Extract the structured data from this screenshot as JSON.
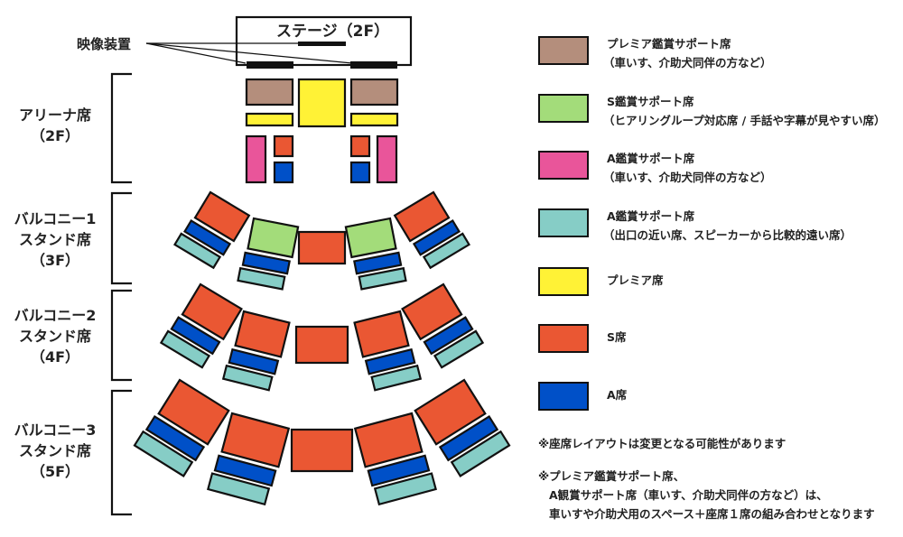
{
  "stage": {
    "label": "ステージ（2F）"
  },
  "screen": {
    "label": "映像装置"
  },
  "floors": [
    {
      "id": "arena",
      "lines": [
        "アリーナ席",
        "（2F）"
      ]
    },
    {
      "id": "balcony1",
      "lines": [
        "バルコニー1",
        "スタンド席",
        "（3F）"
      ]
    },
    {
      "id": "balcony2",
      "lines": [
        "バルコニー2",
        "スタンド席",
        "（4F）"
      ]
    },
    {
      "id": "balcony3",
      "lines": [
        "バルコニー3",
        "スタンド席",
        "（5F）"
      ]
    }
  ],
  "colors": {
    "premium_support": "#B48E7C",
    "s_support": "#A3DC7A",
    "a_support_wheelchair": "#E9559A",
    "a_support_exit": "#86CDC6",
    "premium": "#FFF236",
    "s": "#EA5733",
    "a": "#0050C8",
    "outline": "#111111"
  },
  "legend": [
    {
      "key": "premium_support",
      "color": "#B48E7C",
      "title": "プレミア鑑賞サポート席",
      "sub": "（車いす、介助犬同伴の方など）"
    },
    {
      "key": "s_support",
      "color": "#A3DC7A",
      "title": "S鑑賞サポート席",
      "sub": "（ヒアリングループ対応席 / 手話や字幕が見やすい席）"
    },
    {
      "key": "a_support_wheelchair",
      "color": "#E9559A",
      "title": "A鑑賞サポート席",
      "sub": "（車いす、介助犬同伴の方など）"
    },
    {
      "key": "a_support_exit",
      "color": "#86CDC6",
      "title": "A鑑賞サポート席",
      "sub": "（出口の近い席、スピーカーから比較的遠い席）"
    },
    {
      "key": "premium",
      "color": "#FFF236",
      "title": "プレミア席",
      "sub": ""
    },
    {
      "key": "s",
      "color": "#EA5733",
      "title": "S席",
      "sub": ""
    },
    {
      "key": "a",
      "color": "#0050C8",
      "title": "A席",
      "sub": ""
    }
  ],
  "notes": [
    {
      "lines": [
        "※座席レイアウトは変更となる可能性があります"
      ]
    },
    {
      "lines": [
        "※プレミア鑑賞サポート席、",
        "A観賞サポート席（車いす、介助犬同伴の方など）は、",
        "車いすや介助犬用のスペース＋座席１席の組み合わせとなります"
      ]
    }
  ]
}
